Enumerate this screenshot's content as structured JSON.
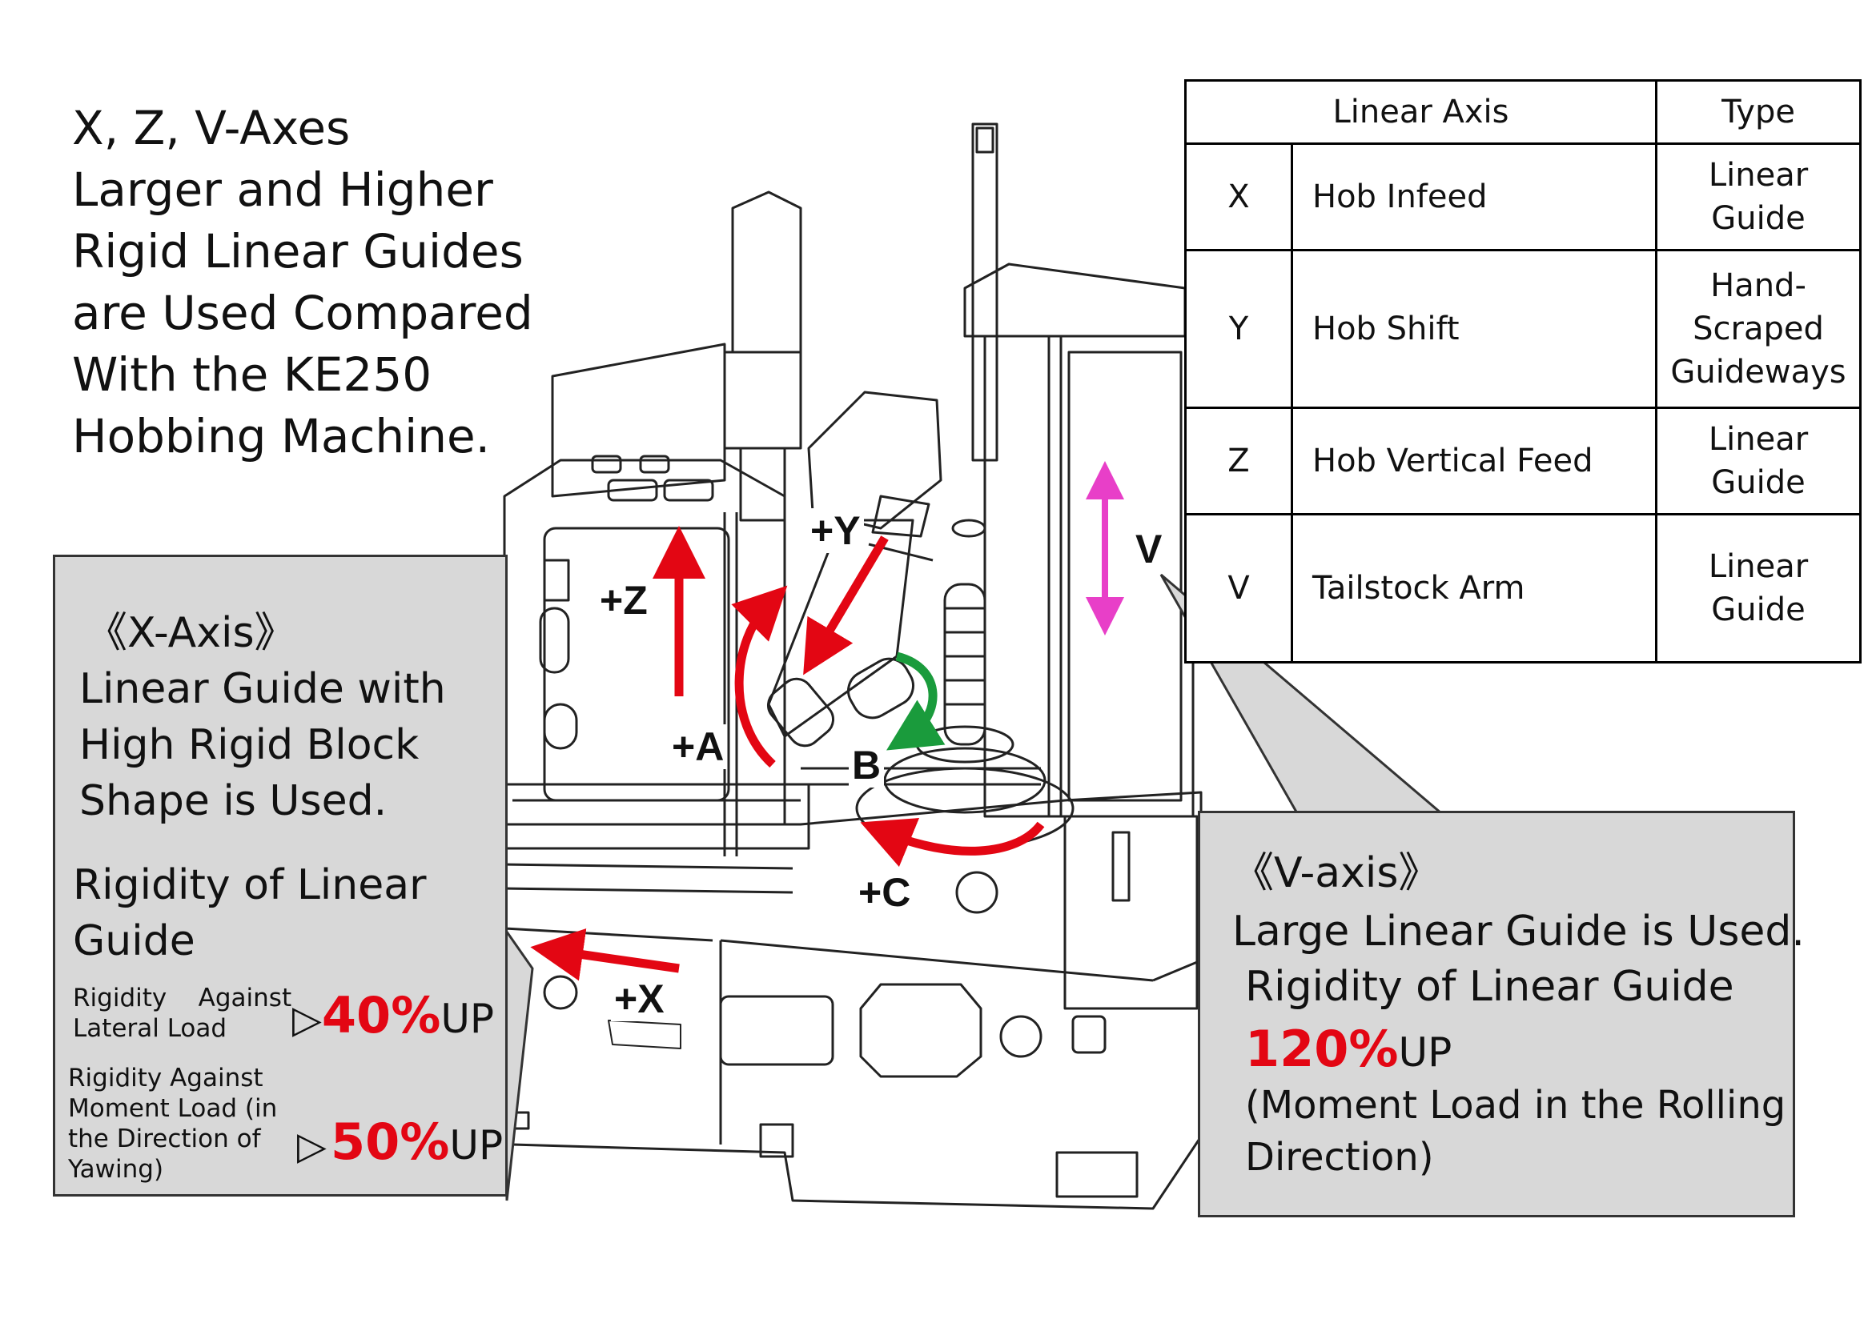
{
  "headline": {
    "lines": [
      "X, Z, V-Axes",
      "Larger and Higher",
      "Rigid Linear Guides",
      "are Used Compared",
      "With the KE250",
      "Hobbing Machine."
    ]
  },
  "table": {
    "headers": [
      "Linear Axis",
      "Type"
    ],
    "rows": [
      {
        "axis": "X",
        "name": "Hob Infeed",
        "type_lines": [
          "Linear",
          "Guide"
        ]
      },
      {
        "axis": "Y",
        "name": "Hob Shift",
        "type_lines": [
          "Hand-",
          "Scraped",
          "Guideways"
        ]
      },
      {
        "axis": "Z",
        "name": "Hob Vertical Feed",
        "type_lines": [
          "Linear",
          "Guide"
        ]
      },
      {
        "axis": "V",
        "name": "Tailstock Arm",
        "type_lines": [
          "Linear",
          "Guide"
        ]
      }
    ]
  },
  "x_callout": {
    "heading": "《X-Axis》",
    "desc_lines": [
      "Linear Guide with",
      "High Rigid Block",
      "Shape is Used."
    ],
    "rigidity_title_lines": [
      "Rigidity of Linear",
      "Guide"
    ],
    "item1_lines": [
      "Rigidity    Against",
      "Lateral Load"
    ],
    "item1_triangle": "▷",
    "item1_value": "40%",
    "item1_unit": "UP",
    "item2_lines": [
      "Rigidity Against",
      "Moment Load (in",
      "the Direction of",
      "Yawing)"
    ],
    "item2_triangle": "▷",
    "item2_value": "50%",
    "item2_unit": "UP"
  },
  "v_callout": {
    "heading": "《V-axis》",
    "line1": "Large Linear Guide is Used.",
    "line2": "Rigidity of Linear Guide",
    "value": "120%",
    "unit": "UP",
    "note_line1": "(Moment  Load  in  the  Rolling",
    "note_line2": "Direction)"
  },
  "axis_labels": {
    "z": "+Z",
    "y": "+Y",
    "a": "+A",
    "b": "B",
    "c": "+C",
    "x": "+X",
    "v": "V"
  },
  "colors": {
    "arrow_red": "#e30613",
    "arrow_green": "#1a9b3c",
    "arrow_magenta": "#e83fc8",
    "panel_gray": "#d8d8d8"
  }
}
